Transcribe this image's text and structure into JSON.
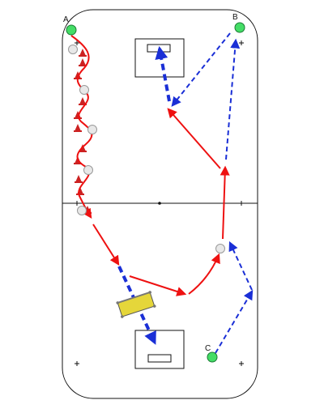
{
  "players": [
    {
      "id": "A",
      "label": "A"
    },
    {
      "id": "B",
      "label": "B"
    },
    {
      "id": "C",
      "label": "C"
    }
  ],
  "colors": {
    "player": "#44dd66",
    "dribble": "#ee1111",
    "run": "#1a2fd6",
    "cone": "#cc2222",
    "mini_goal": "#e5d63a",
    "lines": "#111111"
  },
  "legend_icons": [
    "cone-icon",
    "ball-icon",
    "mini-goal-icon",
    "player-icon"
  ]
}
